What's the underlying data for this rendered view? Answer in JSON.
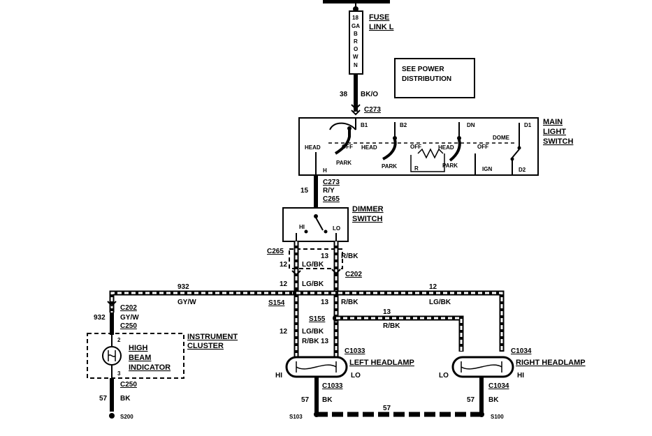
{
  "fuse": {
    "gauge": "18",
    "ga": "GA",
    "color_letters": [
      "B",
      "R",
      "O",
      "W",
      "N"
    ],
    "title_1": "FUSE",
    "title_2": "LINK L"
  },
  "note": {
    "line_1": "SEE POWER",
    "line_2": "DISTRIBUTION"
  },
  "wire_38": {
    "num": "38",
    "color": "BK/O"
  },
  "main_switch": {
    "connector_top": "C273",
    "title_1": "MAIN",
    "title_2": "LIGHT",
    "title_3": "SWITCH",
    "terminals": {
      "b1": "B1",
      "b2": "B2",
      "dn": "DN",
      "d1": "D1",
      "d2": "D2",
      "h": "H",
      "r": "R",
      "ign": "IGN"
    },
    "positions": {
      "head": "HEAD",
      "off": "OFF",
      "park": "PARK",
      "dome": "DOME"
    }
  },
  "wire_15": {
    "connector": "C273",
    "num": "15",
    "color": "R/Y",
    "connector_2": "C265"
  },
  "dimmer": {
    "title_1": "DIMMER",
    "title_2": "SWITCH",
    "hi": "HI",
    "lo": "LO"
  },
  "wires_mid": {
    "c265": "C265",
    "n12": "12",
    "n13": "13",
    "rbk": "R/BK",
    "lgbk": "LG/BK",
    "c202": "C202",
    "s154": "S154",
    "s155": "S155",
    "c1033": "C1033",
    "c1034": "C1034",
    "n932": "932",
    "gyw": "GY/W"
  },
  "indicator": {
    "c202": "C202",
    "num": "932",
    "color": "GY/W",
    "c250": "C250",
    "pin_2": "2",
    "pin_3": "3",
    "label_1": "HIGH",
    "label_2": "BEAM",
    "label_3": "INDICATOR",
    "cluster_1": "INSTRUMENT",
    "cluster_2": "CLUSTER",
    "c250_bottom": "C250",
    "ground_num": "57",
    "ground_color": "BK",
    "splice": "S200"
  },
  "left_lamp": {
    "title": "LEFT HEADLAMP",
    "hi": "HI",
    "lo": "LO",
    "conn": "C1033",
    "num": "57",
    "color": "BK",
    "splice": "S103"
  },
  "right_lamp": {
    "title": "RIGHT HEADLAMP",
    "hi": "HI",
    "lo": "LO",
    "conn": "C1034",
    "num": "57",
    "color": "BK",
    "splice": "S100"
  },
  "ground_bus": {
    "num": "57"
  }
}
